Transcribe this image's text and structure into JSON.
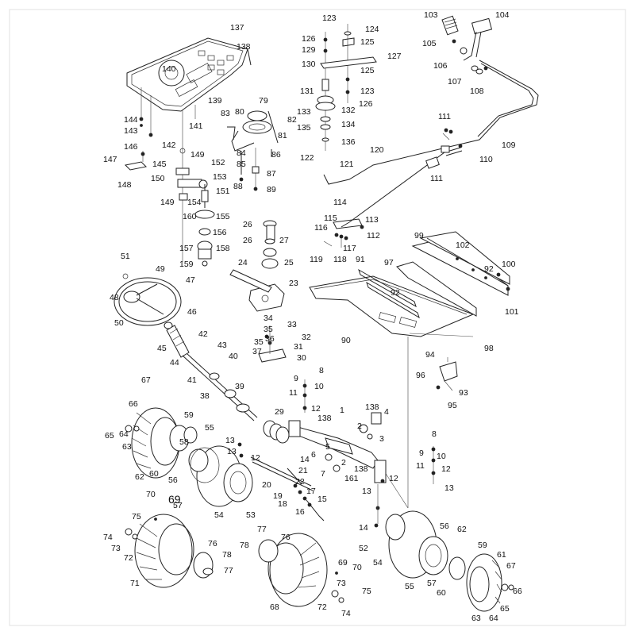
{
  "diagram": {
    "callouts": [
      {
        "id": "c1",
        "text": "1"
      },
      {
        "id": "c2",
        "text": "2"
      },
      {
        "id": "c2b",
        "text": "2"
      },
      {
        "id": "c3",
        "text": "3"
      },
      {
        "id": "c4",
        "text": "4"
      },
      {
        "id": "c5",
        "text": "5"
      },
      {
        "id": "c6",
        "text": "6"
      },
      {
        "id": "c7",
        "text": "7"
      },
      {
        "id": "c8",
        "text": "8"
      },
      {
        "id": "c8b",
        "text": "8"
      },
      {
        "id": "c9",
        "text": "9"
      },
      {
        "id": "c9b",
        "text": "9"
      },
      {
        "id": "c10",
        "text": "10"
      },
      {
        "id": "c10b",
        "text": "10"
      },
      {
        "id": "c11",
        "text": "11"
      },
      {
        "id": "c11b",
        "text": "11"
      },
      {
        "id": "c12",
        "text": "12"
      },
      {
        "id": "c12b",
        "text": "12"
      },
      {
        "id": "c12c",
        "text": "12"
      },
      {
        "id": "c13",
        "text": "13"
      },
      {
        "id": "c13b",
        "text": "13"
      },
      {
        "id": "c13c",
        "text": "13"
      },
      {
        "id": "c14",
        "text": "14"
      },
      {
        "id": "c14b",
        "text": "14"
      },
      {
        "id": "c15",
        "text": "15"
      },
      {
        "id": "c16",
        "text": "16"
      },
      {
        "id": "c17",
        "text": "17"
      },
      {
        "id": "c18",
        "text": "18"
      },
      {
        "id": "c19",
        "text": "19"
      },
      {
        "id": "c20",
        "text": "20"
      },
      {
        "id": "c21",
        "text": "21"
      },
      {
        "id": "c22",
        "text": "22"
      },
      {
        "id": "c23",
        "text": "23"
      },
      {
        "id": "c24",
        "text": "24"
      },
      {
        "id": "c25",
        "text": "25"
      },
      {
        "id": "c26",
        "text": "26"
      },
      {
        "id": "c26b",
        "text": "26"
      },
      {
        "id": "c27",
        "text": "27"
      },
      {
        "id": "c29",
        "text": "29"
      },
      {
        "id": "c30",
        "text": "30"
      },
      {
        "id": "c31",
        "text": "31"
      },
      {
        "id": "c32",
        "text": "32"
      },
      {
        "id": "c33",
        "text": "33"
      },
      {
        "id": "c34",
        "text": "34"
      },
      {
        "id": "c35",
        "text": "35"
      },
      {
        "id": "c35b",
        "text": "35"
      },
      {
        "id": "c36",
        "text": "36"
      },
      {
        "id": "c37",
        "text": "37"
      },
      {
        "id": "c38",
        "text": "38"
      },
      {
        "id": "c39",
        "text": "39"
      },
      {
        "id": "c40",
        "text": "40"
      },
      {
        "id": "c41",
        "text": "41"
      },
      {
        "id": "c42",
        "text": "42"
      },
      {
        "id": "c43",
        "text": "43"
      },
      {
        "id": "c44",
        "text": "44"
      },
      {
        "id": "c45",
        "text": "45"
      },
      {
        "id": "c46",
        "text": "46"
      },
      {
        "id": "c47",
        "text": "47"
      },
      {
        "id": "c48",
        "text": "48"
      },
      {
        "id": "c49",
        "text": "49"
      },
      {
        "id": "c50",
        "text": "50"
      },
      {
        "id": "c51",
        "text": "51"
      },
      {
        "id": "c52",
        "text": "52"
      },
      {
        "id": "c53",
        "text": "53"
      },
      {
        "id": "c54",
        "text": "54"
      },
      {
        "id": "c54b",
        "text": "54"
      },
      {
        "id": "c55",
        "text": "55"
      },
      {
        "id": "c55b",
        "text": "55"
      },
      {
        "id": "c56",
        "text": "56"
      },
      {
        "id": "c56b",
        "text": "56"
      },
      {
        "id": "c57",
        "text": "57"
      },
      {
        "id": "c57b",
        "text": "57"
      },
      {
        "id": "c58",
        "text": "58"
      },
      {
        "id": "c59",
        "text": "59"
      },
      {
        "id": "c59b",
        "text": "59"
      },
      {
        "id": "c60",
        "text": "60"
      },
      {
        "id": "c60b",
        "text": "60"
      },
      {
        "id": "c61",
        "text": "61"
      },
      {
        "id": "c62",
        "text": "62"
      },
      {
        "id": "c63",
        "text": "63"
      },
      {
        "id": "c63b",
        "text": "63"
      },
      {
        "id": "c64",
        "text": "64"
      },
      {
        "id": "c64b",
        "text": "64"
      },
      {
        "id": "c65",
        "text": "65"
      },
      {
        "id": "c65b",
        "text": "65"
      },
      {
        "id": "c66",
        "text": "66"
      },
      {
        "id": "c66b",
        "text": "66"
      },
      {
        "id": "c67",
        "text": "67"
      },
      {
        "id": "c67b",
        "text": "67"
      },
      {
        "id": "c68",
        "text": "68"
      },
      {
        "id": "c69",
        "text": "69"
      },
      {
        "id": "c69b",
        "text": "69"
      },
      {
        "id": "c70",
        "text": "70"
      },
      {
        "id": "c70b",
        "text": "70"
      },
      {
        "id": "c71",
        "text": "71"
      },
      {
        "id": "c72",
        "text": "72"
      },
      {
        "id": "c72b",
        "text": "72"
      },
      {
        "id": "c73",
        "text": "73"
      },
      {
        "id": "c73b",
        "text": "73"
      },
      {
        "id": "c74",
        "text": "74"
      },
      {
        "id": "c74b",
        "text": "74"
      },
      {
        "id": "c75",
        "text": "75"
      },
      {
        "id": "c75b",
        "text": "75"
      },
      {
        "id": "c76",
        "text": "76"
      },
      {
        "id": "c76b",
        "text": "76"
      },
      {
        "id": "c77",
        "text": "77"
      },
      {
        "id": "c77b",
        "text": "77"
      },
      {
        "id": "c78",
        "text": "78"
      },
      {
        "id": "c78b",
        "text": "78"
      },
      {
        "id": "c79",
        "text": "79"
      },
      {
        "id": "c80",
        "text": "80"
      },
      {
        "id": "c81",
        "text": "81"
      },
      {
        "id": "c82",
        "text": "82"
      },
      {
        "id": "c83",
        "text": "83"
      },
      {
        "id": "c84",
        "text": "84"
      },
      {
        "id": "c85",
        "text": "85"
      },
      {
        "id": "c86",
        "text": "86"
      },
      {
        "id": "c87",
        "text": "87"
      },
      {
        "id": "c88",
        "text": "88"
      },
      {
        "id": "c89",
        "text": "89"
      },
      {
        "id": "c90",
        "text": "90"
      },
      {
        "id": "c91",
        "text": "91"
      },
      {
        "id": "c92",
        "text": "92"
      },
      {
        "id": "c92b",
        "text": "92"
      },
      {
        "id": "c93",
        "text": "93"
      },
      {
        "id": "c94",
        "text": "94"
      },
      {
        "id": "c95",
        "text": "95"
      },
      {
        "id": "c96",
        "text": "96"
      },
      {
        "id": "c97",
        "text": "97"
      },
      {
        "id": "c98",
        "text": "98"
      },
      {
        "id": "c99",
        "text": "99"
      },
      {
        "id": "c100",
        "text": "100"
      },
      {
        "id": "c101",
        "text": "101"
      },
      {
        "id": "c102",
        "text": "102"
      },
      {
        "id": "c103",
        "text": "103"
      },
      {
        "id": "c104",
        "text": "104"
      },
      {
        "id": "c105",
        "text": "105"
      },
      {
        "id": "c106",
        "text": "106"
      },
      {
        "id": "c107",
        "text": "107"
      },
      {
        "id": "c108",
        "text": "108"
      },
      {
        "id": "c109",
        "text": "109"
      },
      {
        "id": "c110",
        "text": "110"
      },
      {
        "id": "c111",
        "text": "111"
      },
      {
        "id": "c111b",
        "text": "111"
      },
      {
        "id": "c112",
        "text": "112"
      },
      {
        "id": "c113",
        "text": "113"
      },
      {
        "id": "c114",
        "text": "114"
      },
      {
        "id": "c115",
        "text": "115"
      },
      {
        "id": "c116",
        "text": "116"
      },
      {
        "id": "c117",
        "text": "117"
      },
      {
        "id": "c118",
        "text": "118"
      },
      {
        "id": "c119",
        "text": "119"
      },
      {
        "id": "c120",
        "text": "120"
      },
      {
        "id": "c121",
        "text": "121"
      },
      {
        "id": "c122",
        "text": "122"
      },
      {
        "id": "c123",
        "text": "123"
      },
      {
        "id": "c123b",
        "text": "123"
      },
      {
        "id": "c124",
        "text": "124"
      },
      {
        "id": "c125",
        "text": "125"
      },
      {
        "id": "c125b",
        "text": "125"
      },
      {
        "id": "c126",
        "text": "126"
      },
      {
        "id": "c126b",
        "text": "126"
      },
      {
        "id": "c127",
        "text": "127"
      },
      {
        "id": "c129",
        "text": "129"
      },
      {
        "id": "c130",
        "text": "130"
      },
      {
        "id": "c131",
        "text": "131"
      },
      {
        "id": "c132",
        "text": "132"
      },
      {
        "id": "c133",
        "text": "133"
      },
      {
        "id": "c134",
        "text": "134"
      },
      {
        "id": "c135",
        "text": "135"
      },
      {
        "id": "c136",
        "text": "136"
      },
      {
        "id": "c137",
        "text": "137"
      },
      {
        "id": "c138",
        "text": "138"
      },
      {
        "id": "c138b",
        "text": "138"
      },
      {
        "id": "c138c",
        "text": "138"
      },
      {
        "id": "c138d",
        "text": "138"
      },
      {
        "id": "c139",
        "text": "139"
      },
      {
        "id": "c140",
        "text": "140"
      },
      {
        "id": "c141",
        "text": "141"
      },
      {
        "id": "c142",
        "text": "142"
      },
      {
        "id": "c143",
        "text": "143"
      },
      {
        "id": "c144",
        "text": "144"
      },
      {
        "id": "c145",
        "text": "145"
      },
      {
        "id": "c146",
        "text": "146"
      },
      {
        "id": "c147",
        "text": "147"
      },
      {
        "id": "c148",
        "text": "148"
      },
      {
        "id": "c149",
        "text": "149"
      },
      {
        "id": "c149b",
        "text": "149"
      },
      {
        "id": "c150",
        "text": "150"
      },
      {
        "id": "c151",
        "text": "151"
      },
      {
        "id": "c152",
        "text": "152"
      },
      {
        "id": "c153",
        "text": "153"
      },
      {
        "id": "c154",
        "text": "154"
      },
      {
        "id": "c155",
        "text": "155"
      },
      {
        "id": "c156",
        "text": "156"
      },
      {
        "id": "c157",
        "text": "157"
      },
      {
        "id": "c158",
        "text": "158"
      },
      {
        "id": "c159",
        "text": "159"
      },
      {
        "id": "c160",
        "text": "160"
      },
      {
        "id": "c161",
        "text": "161"
      }
    ]
  }
}
